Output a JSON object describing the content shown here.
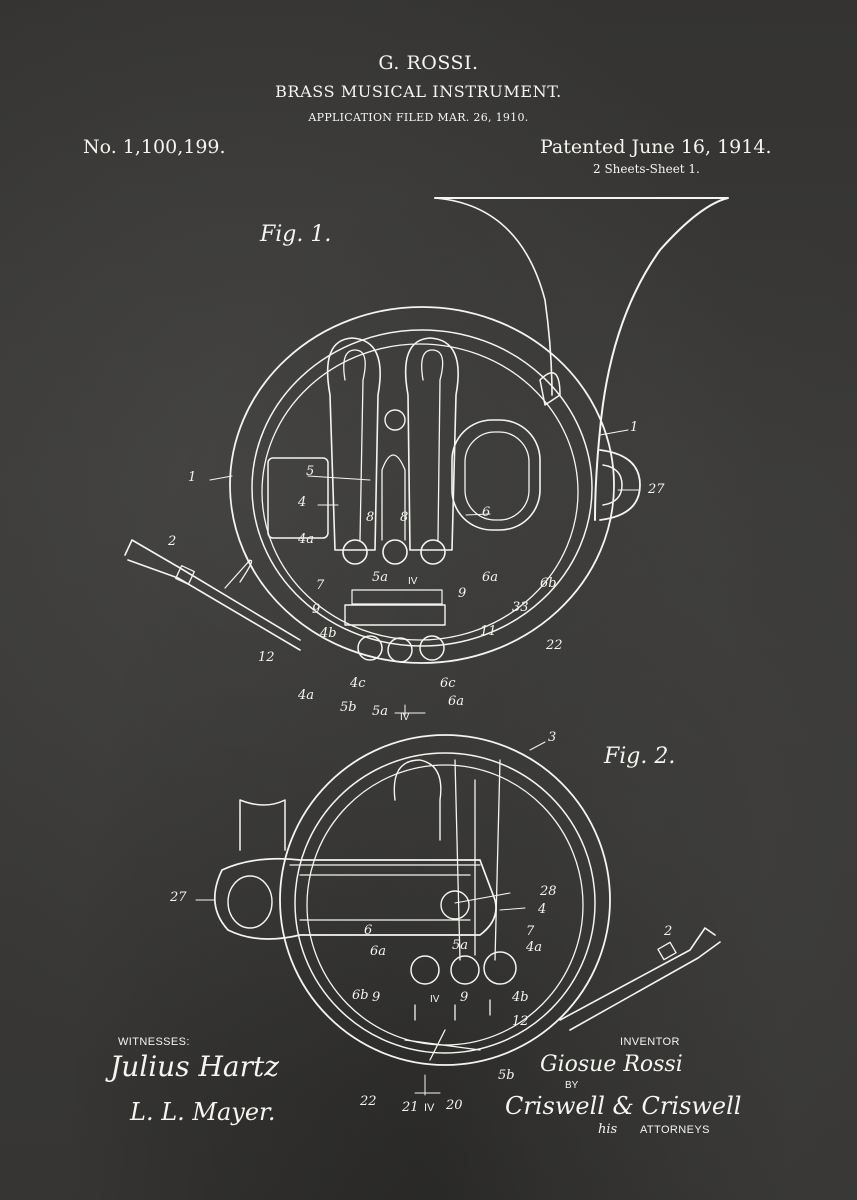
{
  "header": {
    "inventor_name": "G. ROSSI.",
    "title": "BRASS MUSICAL INSTRUMENT.",
    "filed": "APPLICATION FILED MAR. 26, 1910.",
    "patent_number": "No. 1,100,199.",
    "patented_date": "Patented June 16, 1914.",
    "sheets": "2 Sheets-Sheet 1."
  },
  "figures": {
    "fig1": {
      "caption": "Fig. 1.",
      "labels": [
        "1",
        "1",
        "27",
        "2",
        "5",
        "4",
        "6",
        "8",
        "8",
        "4a",
        "7",
        "5a",
        "IV",
        "6a",
        "9",
        "6b",
        "9",
        "33",
        "4b",
        "12",
        "11",
        "22",
        "4a",
        "4c",
        "5b",
        "5a",
        "6c",
        "6a",
        "IV"
      ]
    },
    "fig2": {
      "caption": "Fig. 2.",
      "labels": [
        "3",
        "27",
        "28",
        "4",
        "6",
        "7",
        "4a",
        "5a",
        "6a",
        "2",
        "6b",
        "9",
        "IV",
        "9",
        "4b",
        "12",
        "5b",
        "22",
        "21",
        "IV",
        "20"
      ]
    }
  },
  "signatures": {
    "witnesses_label": "WITNESSES:",
    "witness_1": "Julius Hartz",
    "witness_2": "L. L. Mayer.",
    "inventor_label": "INVENTOR",
    "inventor_signature": "Giosue Rossi",
    "by_label": "BY",
    "attorneys_signature": "Criswell & Criswell",
    "attorneys_prefix": "his",
    "attorneys_label": "ATTORNEYS"
  },
  "colors": {
    "background": "#363533",
    "ink": "#f4f4f0"
  }
}
